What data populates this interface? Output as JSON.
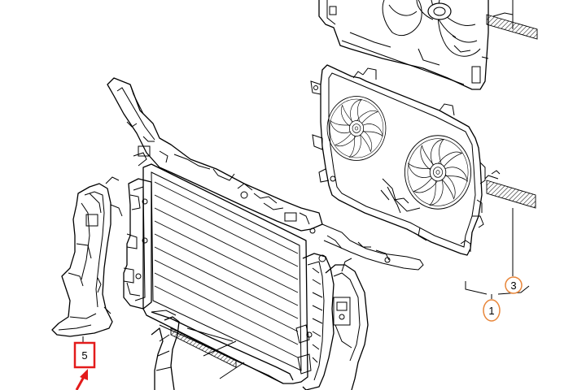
{
  "callouts": {
    "label_1": "1",
    "label_3": "3",
    "label_5": "5"
  },
  "colors": {
    "line": "#000000",
    "highlight_circle": "#e8863a",
    "highlight_box": "#e31b1b",
    "background": "#ffffff"
  }
}
